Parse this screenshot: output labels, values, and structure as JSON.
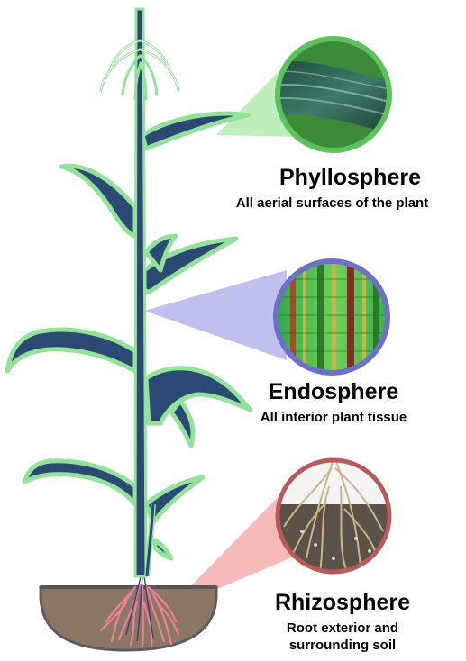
{
  "zones": {
    "phyllosphere": {
      "title": "Phyllosphere",
      "description": "All aerial surfaces of the plant"
    },
    "endosphere": {
      "title": "Endosphere",
      "description": "All interior plant tissue"
    },
    "rhizosphere": {
      "title": "Rhizosphere",
      "description_line1": "Root exterior and",
      "description_line2": "surrounding soil"
    }
  },
  "colors": {
    "plant_fill": "#2b4a73",
    "plant_outline": "#93e29a",
    "phyllosphere_accent": "#7fd37f",
    "endosphere_accent": "#6f6fc8",
    "rhizosphere_accent": "#f08a8a",
    "soil": "#8a7766"
  },
  "icons": [
    "plant-illustration",
    "leaf-surface-photo",
    "plant-tissue-photo",
    "root-soil-photo"
  ]
}
